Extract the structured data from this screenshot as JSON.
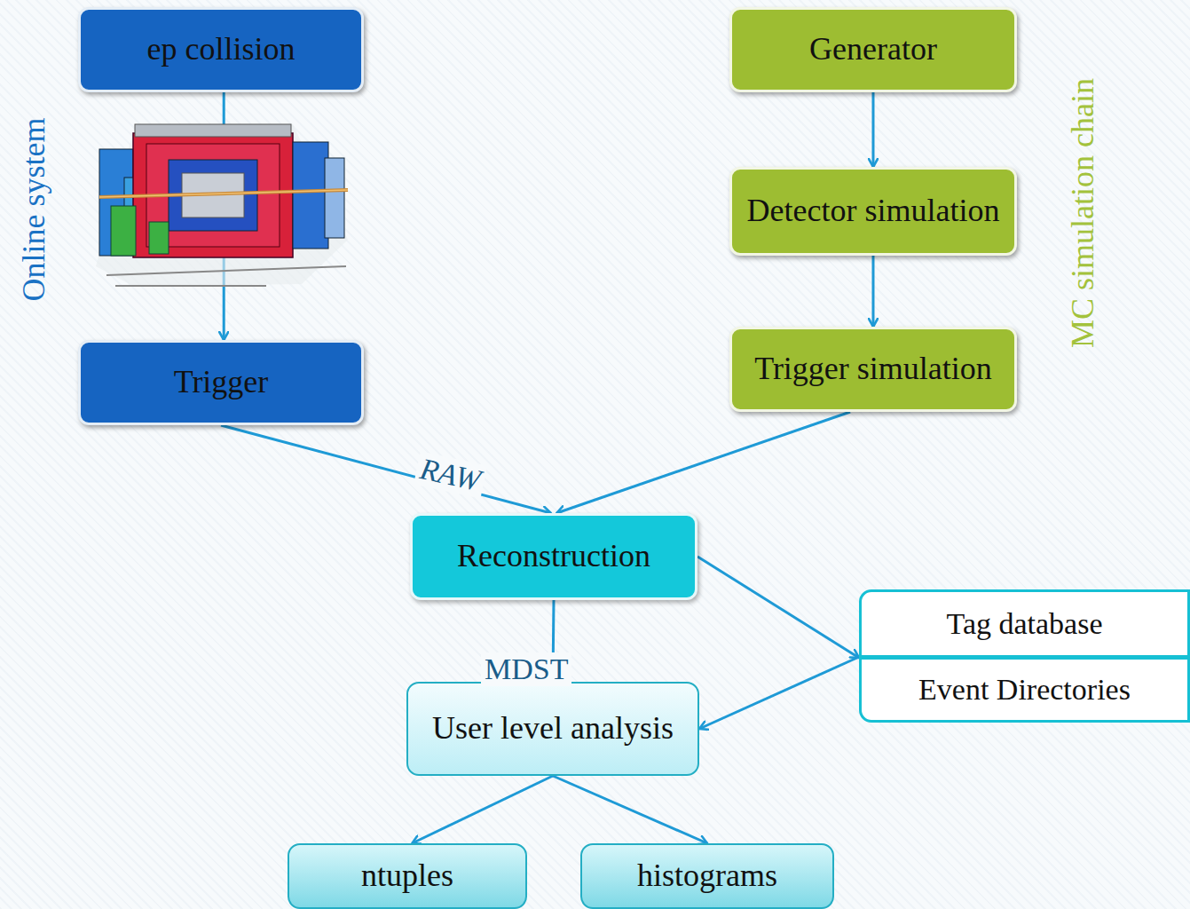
{
  "diagram": {
    "nodes": [
      {
        "text": [
          "ep collision"
        ]
      },
      {
        "text": [
          "Trigger"
        ]
      },
      {
        "text": [
          "Generator"
        ]
      },
      {
        "text": [
          "Detector simulation"
        ]
      },
      {
        "text": [
          "Trigger simulation"
        ]
      },
      {
        "text": [
          "Reconstruction"
        ]
      },
      {
        "text": [
          "User level analysis"
        ]
      },
      {
        "text": [
          "Tag database"
        ]
      },
      {
        "text": [
          "Event Directories"
        ]
      },
      {
        "text": [
          "ntuples"
        ]
      },
      {
        "text": [
          "histograms"
        ]
      }
    ],
    "edges": [
      {
        "from": 0,
        "to": 1,
        "arrow": "to"
      },
      {
        "from": 2,
        "to": 3,
        "arrow": "to"
      },
      {
        "from": 3,
        "to": 4,
        "arrow": "to"
      },
      {
        "from": 1,
        "to": 5,
        "label": "RAW",
        "arrow": "to"
      },
      {
        "from": 4,
        "to": 5,
        "arrow": "to"
      },
      {
        "from": 5,
        "to": 6,
        "label": "MDST",
        "arrow": "to"
      },
      {
        "from": 5,
        "to": 7,
        "arrow": "to"
      },
      {
        "from": 8,
        "to": 6,
        "arrow": "to"
      },
      {
        "from": 6,
        "to": 9,
        "arrow": "to"
      },
      {
        "from": 6,
        "to": 10,
        "arrow": "to"
      }
    ],
    "labels": [
      "Online system",
      "MC simulation chain"
    ]
  }
}
